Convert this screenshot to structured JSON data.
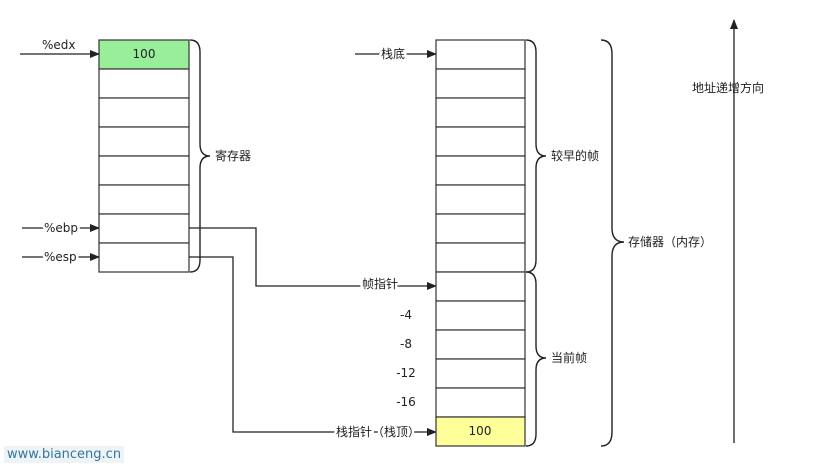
{
  "registers": {
    "label": "寄存器",
    "edx_label": "%edx",
    "ebp_label": "%ebp",
    "esp_label": "%esp",
    "edx_value": "100",
    "edx_color": "#99ee99"
  },
  "stack": {
    "bottom_label": "栈底",
    "earlier_frame_label": "较早的帧",
    "current_frame_label": "当前帧",
    "frame_pointer_label": "帧指针",
    "stack_pointer_label": "栈指针（栈顶）",
    "offsets": [
      "-4",
      "-8",
      "-12",
      "-16"
    ],
    "top_value": "100",
    "top_color": "#ffff99"
  },
  "memory_label": "存储器（内存）",
  "address_label": "地址递增方向",
  "watermark": "www.bianceng.cn"
}
